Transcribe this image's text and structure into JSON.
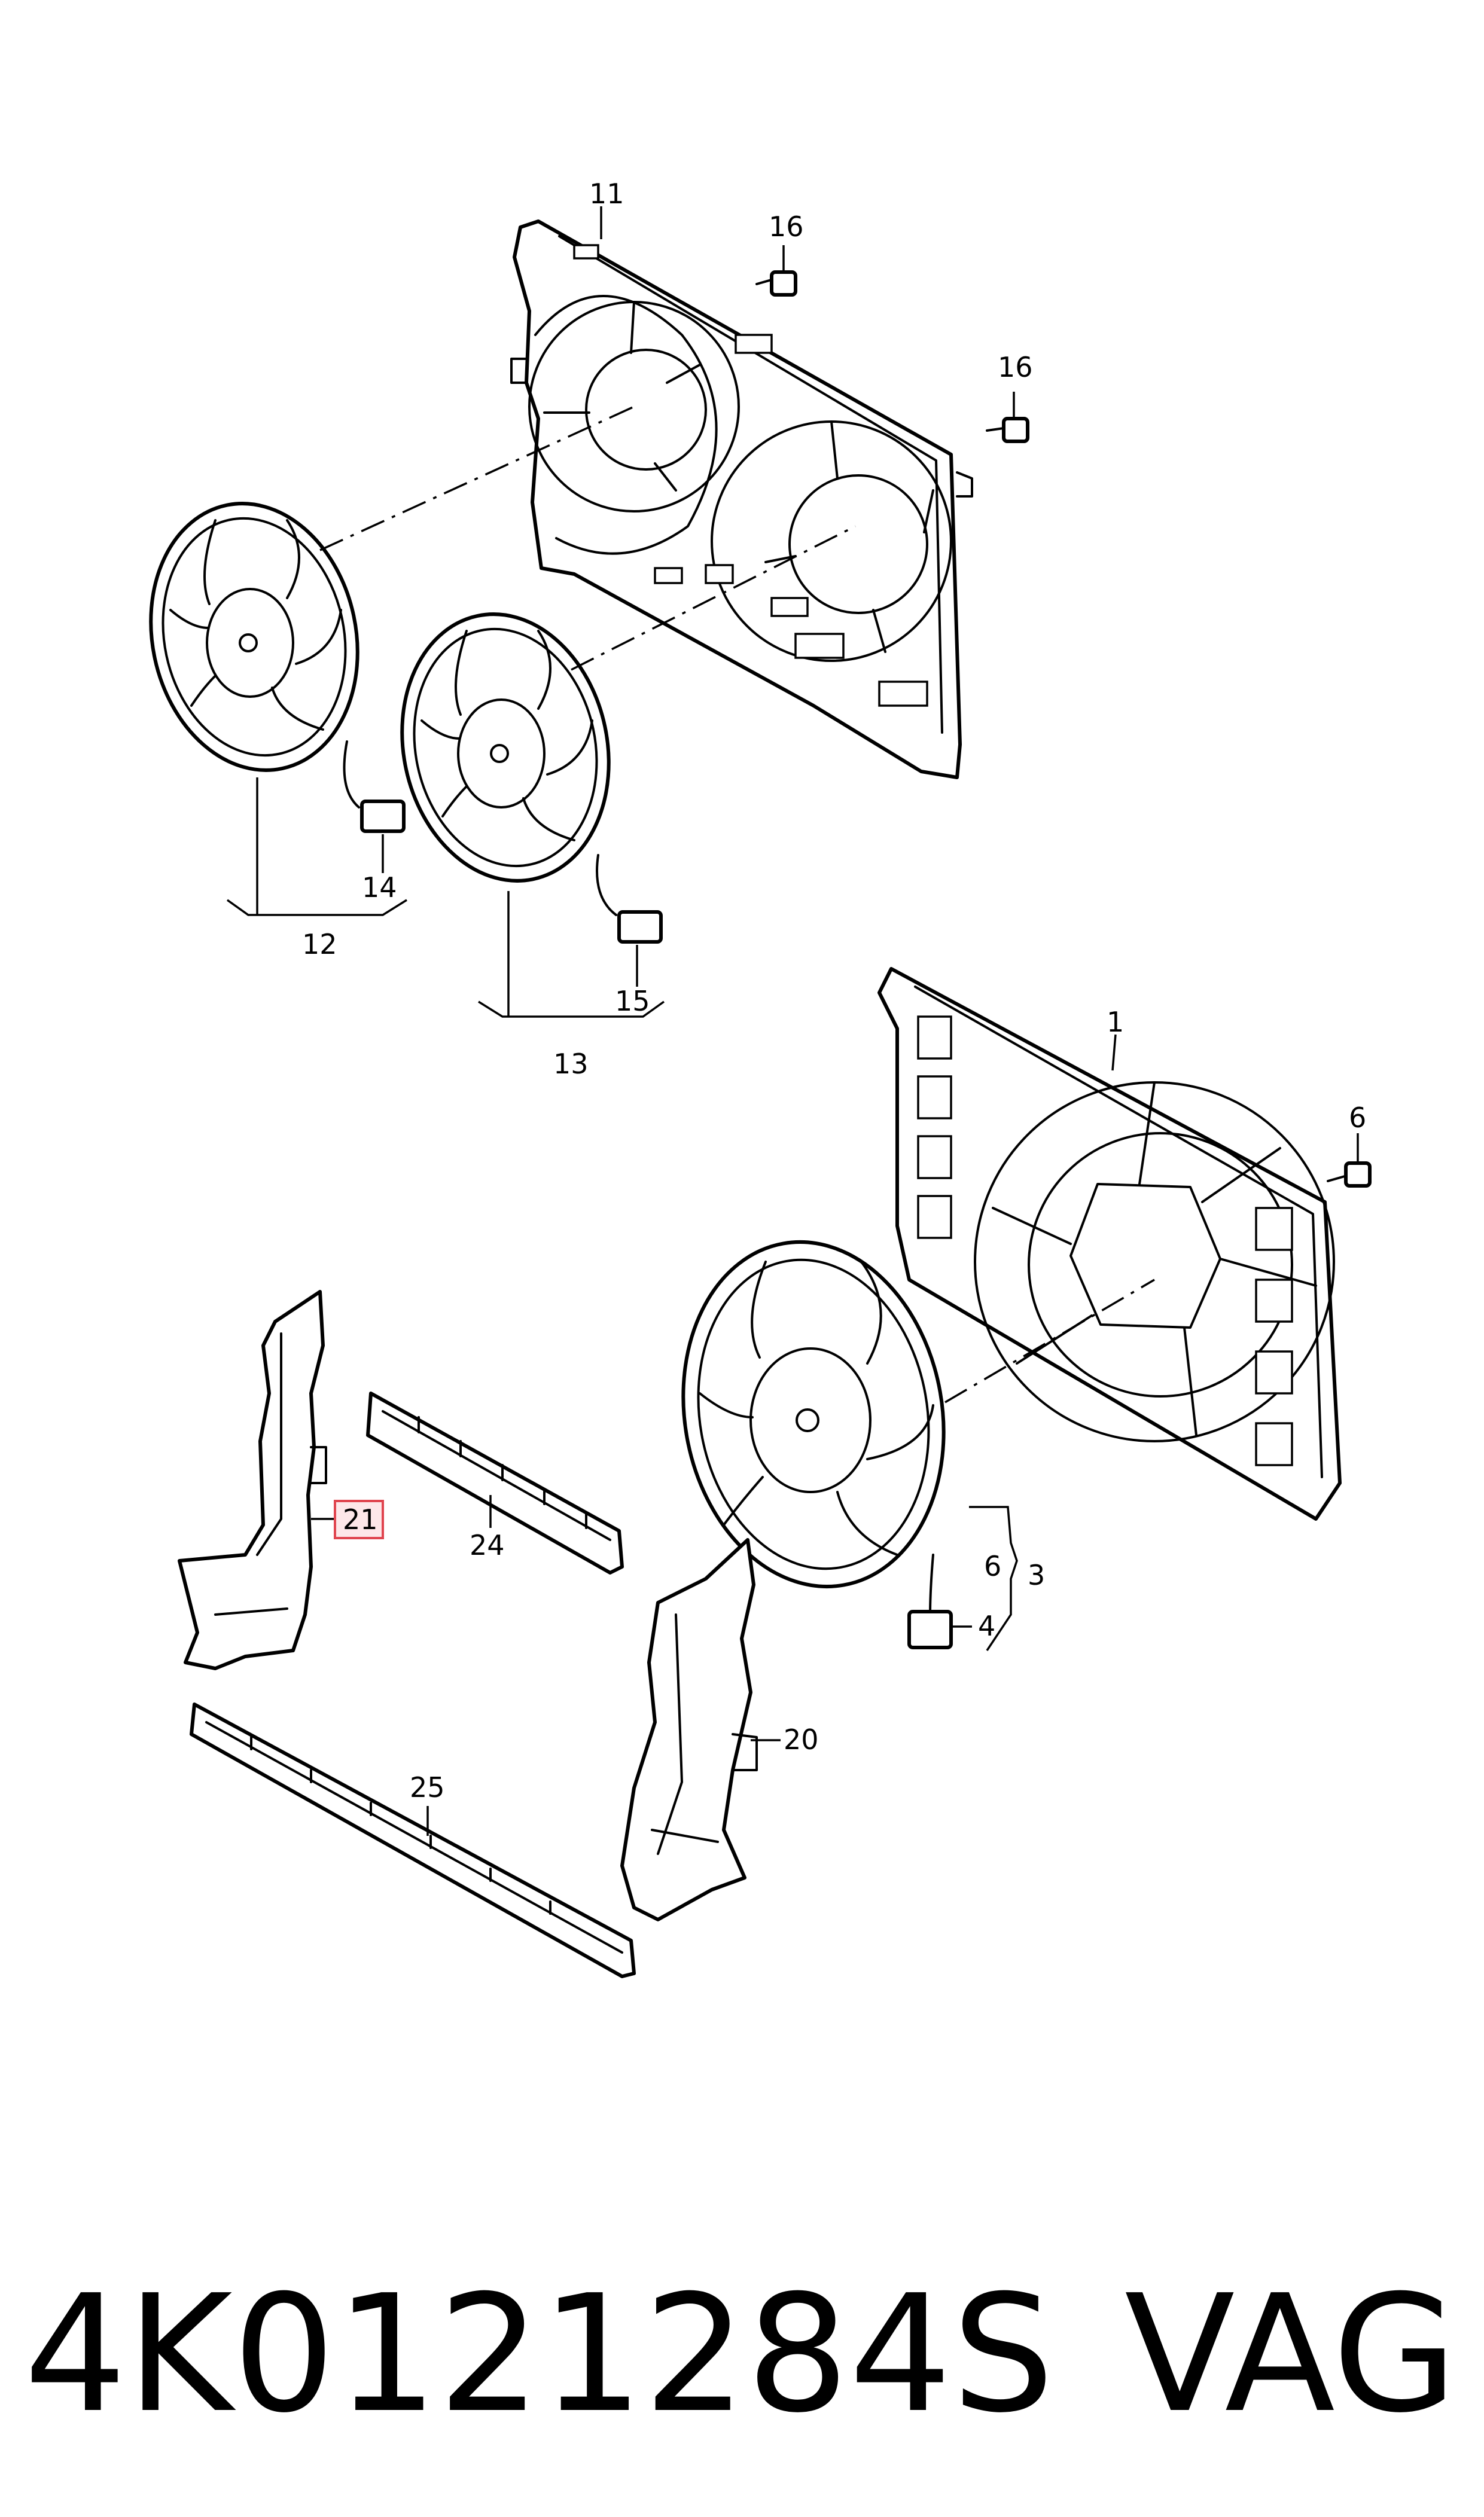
{
  "callouts": {
    "c1": "1",
    "c3": "3",
    "c4": "4",
    "c6a": "6",
    "c6b": "6",
    "c11": "11",
    "c12": "12",
    "c13": "13",
    "c14": "14",
    "c15": "15",
    "c16a": "16",
    "c16b": "16",
    "c20": "20",
    "c21": "21",
    "c24": "24",
    "c25": "25"
  },
  "caption": {
    "part_number": "4K0121284S",
    "brand": "VAG"
  },
  "highlight_color": "#e0454f"
}
